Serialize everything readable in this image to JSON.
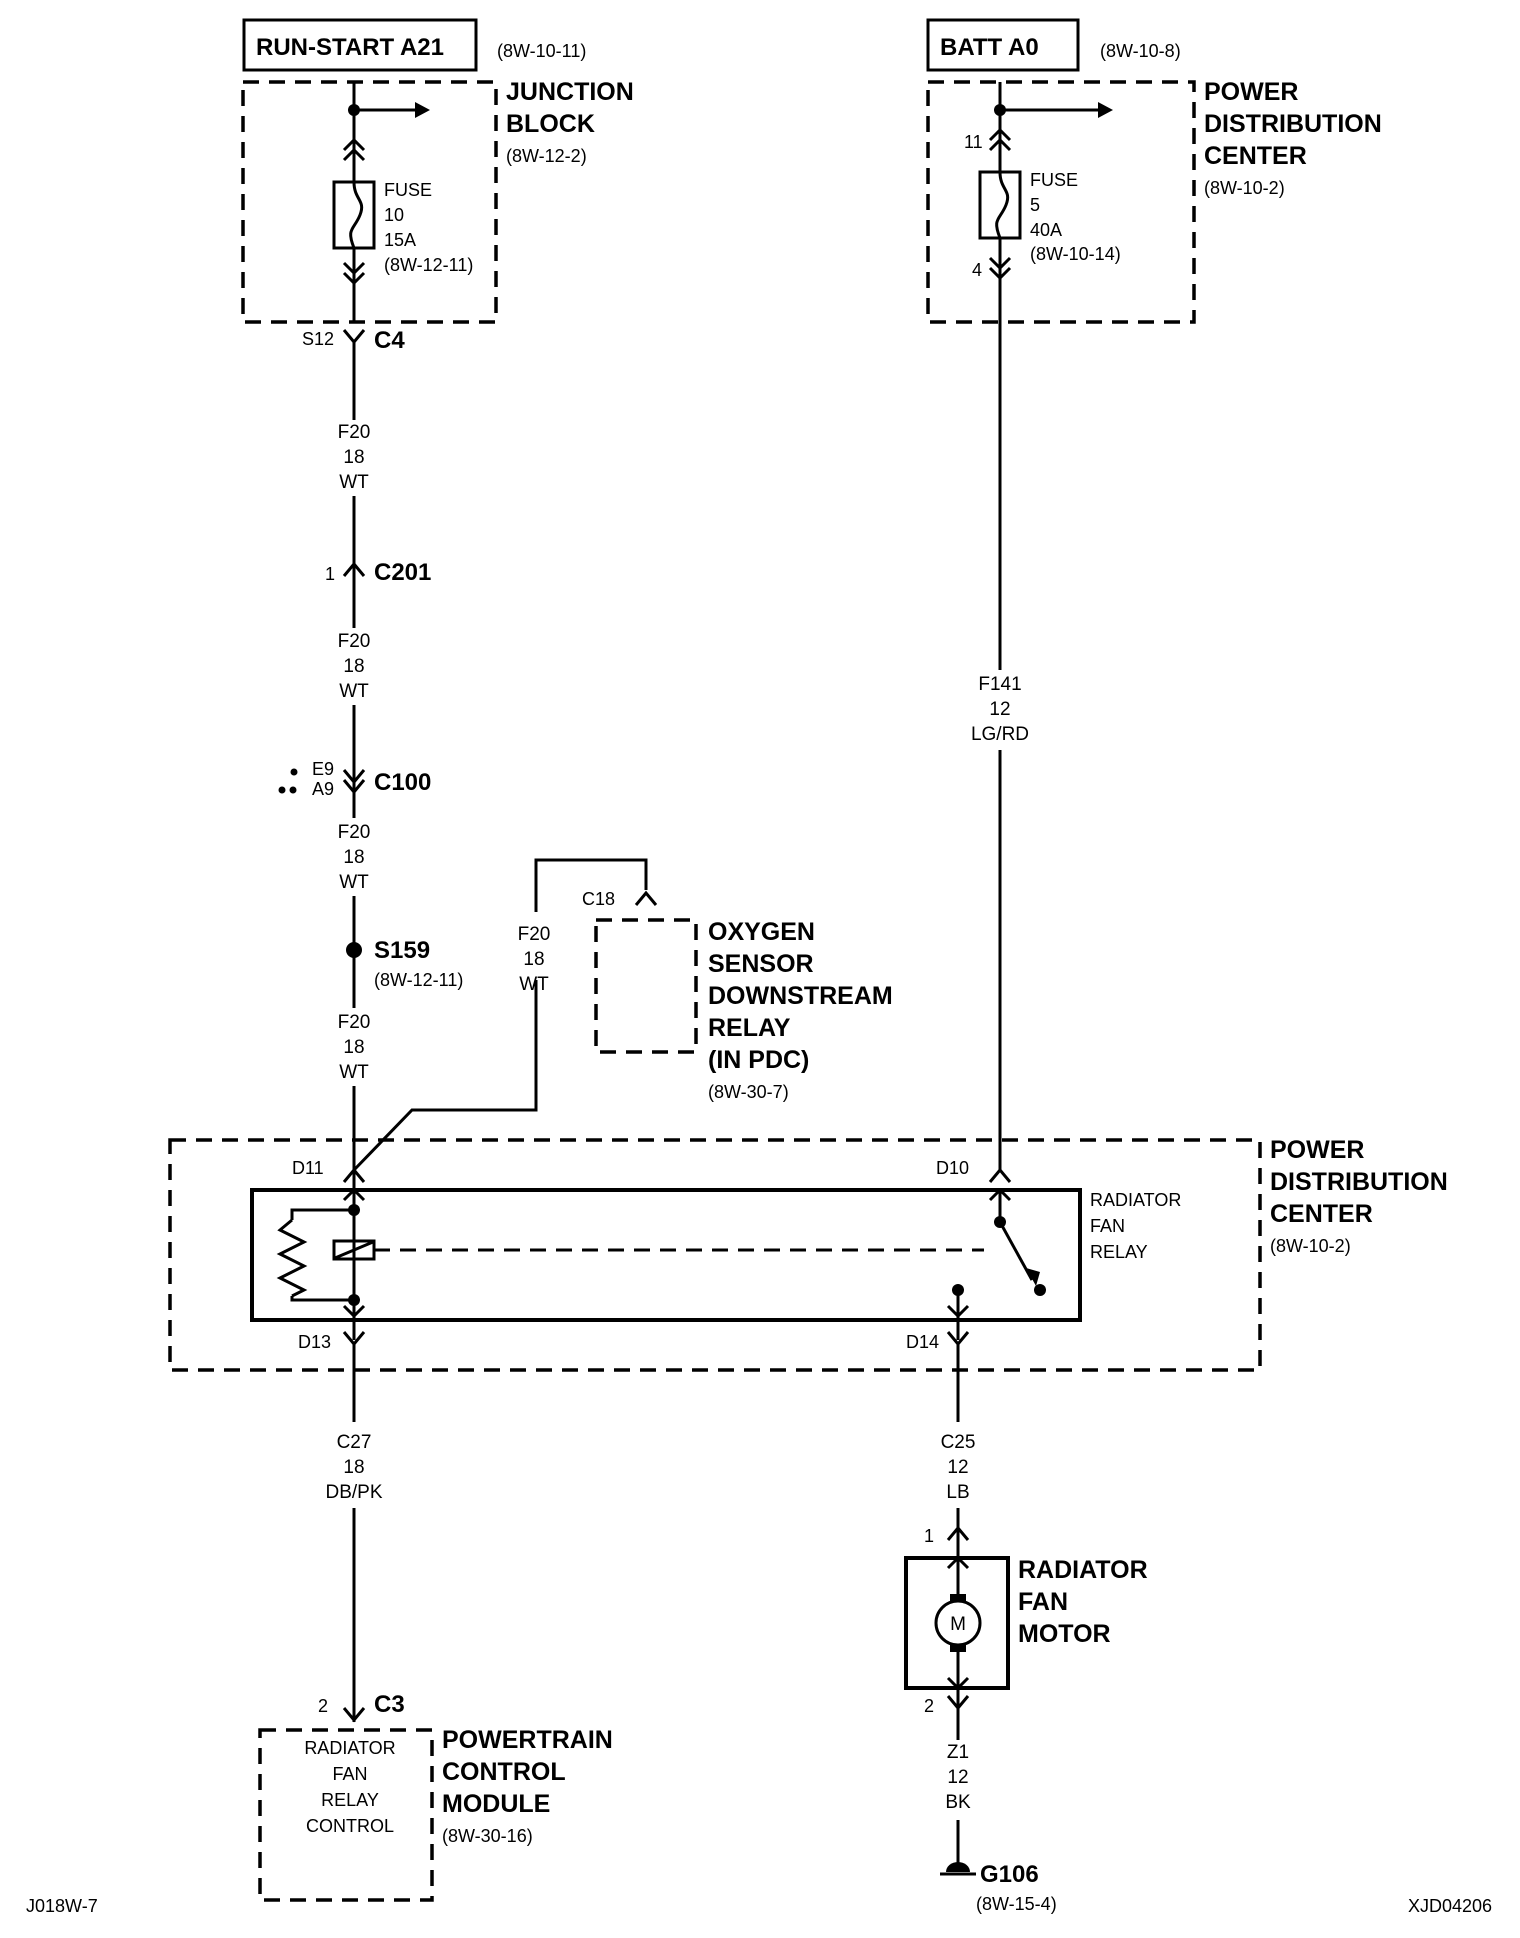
{
  "header": {
    "left_source": "RUN-START A21",
    "left_source_ref": "(8W-10-11)",
    "right_source": "BATT A0",
    "right_source_ref": "(8W-10-8)"
  },
  "junction_block": {
    "label_line1": "JUNCTION",
    "label_line2": "BLOCK",
    "ref": "(8W-12-2)",
    "fuse_line1": "FUSE",
    "fuse_line2": "10",
    "fuse_line3": "15A",
    "fuse_ref": "(8W-12-11)",
    "cavity": "S12",
    "connector": "C4"
  },
  "pdc_top": {
    "label_line1": "POWER",
    "label_line2": "DISTRIBUTION",
    "label_line3": "CENTER",
    "ref": "(8W-10-2)",
    "pin_top": "11",
    "pin_bottom": "4",
    "fuse_line1": "FUSE",
    "fuse_line2": "5",
    "fuse_line3": "40A",
    "fuse_ref": "(8W-10-14)"
  },
  "wires": {
    "w1": {
      "circuit": "F20",
      "gauge": "18",
      "color": "WT"
    },
    "w2": {
      "circuit": "F20",
      "gauge": "18",
      "color": "WT"
    },
    "w3": {
      "circuit": "F20",
      "gauge": "18",
      "color": "WT"
    },
    "w4": {
      "circuit": "F20",
      "gauge": "18",
      "color": "WT"
    },
    "w5": {
      "circuit": "F20",
      "gauge": "18",
      "color": "WT"
    },
    "batt": {
      "circuit": "F141",
      "gauge": "12",
      "color": "LG/RD"
    },
    "pcm": {
      "circuit": "C27",
      "gauge": "18",
      "color": "DB/PK"
    },
    "motor": {
      "circuit": "C25",
      "gauge": "12",
      "color": "LB"
    },
    "ground": {
      "circuit": "Z1",
      "gauge": "12",
      "color": "BK"
    }
  },
  "connectors": {
    "c201": {
      "name": "C201",
      "pin": "1"
    },
    "c100": {
      "name": "C100",
      "pin_top": "E9",
      "pin_bottom": "A9"
    },
    "s159": {
      "name": "S159",
      "ref": "(8W-12-11)"
    },
    "c18": {
      "name": "C18"
    }
  },
  "o2_relay": {
    "line1": "OXYGEN",
    "line2": "SENSOR",
    "line3": "DOWNSTREAM",
    "line4": "RELAY",
    "line5": "(IN PDC)",
    "ref": "(8W-30-7)"
  },
  "pdc_bottom": {
    "label_line1": "POWER",
    "label_line2": "DISTRIBUTION",
    "label_line3": "CENTER",
    "ref": "(8W-10-2)",
    "pin_d11": "D11",
    "pin_d10": "D10",
    "pin_d13": "D13",
    "pin_d14": "D14",
    "relay_line1": "RADIATOR",
    "relay_line2": "FAN",
    "relay_line3": "RELAY"
  },
  "fan_motor": {
    "line1": "RADIATOR",
    "line2": "FAN",
    "line3": "MOTOR",
    "symbol": "M",
    "pin_top": "1",
    "pin_bottom": "2"
  },
  "pcm": {
    "pin": "2",
    "connector": "C3",
    "label_line1": "POWERTRAIN",
    "label_line2": "CONTROL",
    "label_line3": "MODULE",
    "ref": "(8W-30-16)",
    "inner_line1": "RADIATOR",
    "inner_line2": "FAN",
    "inner_line3": "RELAY",
    "inner_line4": "CONTROL"
  },
  "ground": {
    "name": "G106",
    "ref": "(8W-15-4)"
  },
  "footer": {
    "left_code": "J018W-7",
    "right_code": "XJD04206"
  }
}
